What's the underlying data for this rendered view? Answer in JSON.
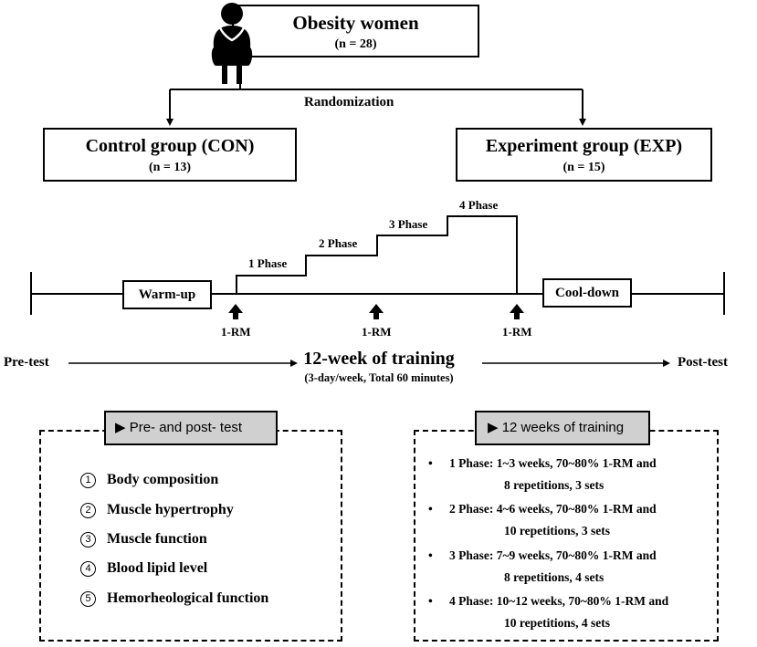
{
  "top": {
    "title": "Obesity women",
    "n": "(n = 28)"
  },
  "randomization": "Randomization",
  "control": {
    "title": "Control group (CON)",
    "n": "(n = 13)"
  },
  "experiment": {
    "title": "Experiment group (EXP)",
    "n": "(n = 15)"
  },
  "phases": [
    "1 Phase",
    "2 Phase",
    "3 Phase",
    "4 Phase"
  ],
  "warmup": "Warm-up",
  "cooldown": "Cool-down",
  "rm_labels": [
    "1-RM",
    "1-RM",
    "1-RM"
  ],
  "pretest": "Pre-test",
  "posttest": "Post-test",
  "training_title": "12-week of training",
  "training_sub": "(3-day/week, Total 60 minutes)",
  "left_panel": {
    "header": "▶  Pre- and post- test",
    "items": [
      {
        "num": "1",
        "text": "Body composition"
      },
      {
        "num": "2",
        "text": "Muscle hypertrophy"
      },
      {
        "num": "3",
        "text": "Muscle function"
      },
      {
        "num": "4",
        "text": "Blood lipid level"
      },
      {
        "num": "5",
        "text": "Hemorheological function"
      }
    ]
  },
  "right_panel": {
    "header": "▶ 12 weeks of training",
    "bullet": "•",
    "items": [
      {
        "line1": "1 Phase: 1~3 weeks, 70~80% 1-RM and",
        "line2": "8 repetitions, 3 sets"
      },
      {
        "line1": "2 Phase: 4~6 weeks, 70~80% 1-RM and",
        "line2": "10 repetitions, 3 sets"
      },
      {
        "line1": "3 Phase: 7~9 weeks, 70~80% 1-RM and",
        "line2": "8 repetitions, 4 sets"
      },
      {
        "line1": "4 Phase: 10~12 weeks, 70~80% 1-RM and",
        "line2": "10 repetitions, 4 sets"
      }
    ]
  }
}
